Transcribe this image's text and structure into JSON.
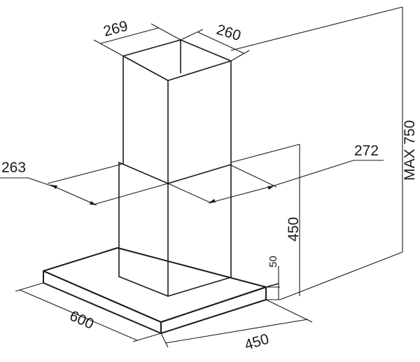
{
  "dimensions": {
    "chimney_top_width": "269",
    "chimney_top_depth": "260",
    "chimney_lower_width": "263",
    "chimney_lower_depth": "272",
    "max_height": "MAX 750",
    "lower_chimney_height": "450",
    "canopy_thickness": "50",
    "canopy_width": "600",
    "canopy_depth": "450"
  }
}
